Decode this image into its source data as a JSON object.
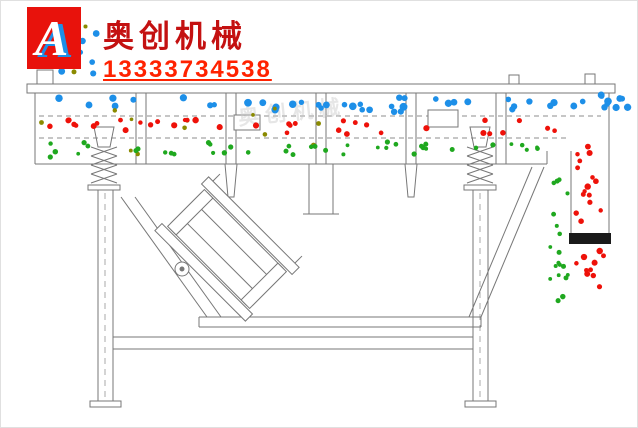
{
  "brand": {
    "logo_letter": "A",
    "logo_bg": "#e8120c",
    "logo_accent": "#1d8fe8",
    "company_name": "奥创机械",
    "title_color": "#c41111",
    "phone": "13333734538",
    "phone_color": "#ff2200"
  },
  "watermark": {
    "text": "奥创机械"
  },
  "diagram": {
    "line_color": "#777777",
    "deck_line_color": "#8c8c8c",
    "gate_color": "#1a1a1a",
    "particle_colors": {
      "oversize": "#1d8fe8",
      "middle": "#ee1109",
      "fines": "#1fa81f",
      "coarse": "#8a8a00"
    }
  },
  "particles": {
    "layers": [
      {
        "name": "blue-top-deck",
        "color": "#1d8fe8",
        "r": 3.3,
        "count": 40,
        "x": [
          44,
          594
        ],
        "y": [
          96,
          111
        ],
        "seed": 11
      },
      {
        "name": "blue-exit",
        "color": "#1d8fe8",
        "r": 3.3,
        "count": 9,
        "x": [
          600,
          634
        ],
        "y": [
          93,
          113
        ],
        "seed": 22
      },
      {
        "name": "blue-logo",
        "color": "#1d8fe8",
        "r": 3.0,
        "count": 13,
        "x": [
          50,
          97
        ],
        "y": [
          8,
          84
        ],
        "seed": 33
      },
      {
        "name": "olive-box",
        "color": "#8a8a00",
        "r": 2.3,
        "count": 12,
        "x": [
          38,
          320
        ],
        "y": [
          99,
          153
        ],
        "seed": 44
      },
      {
        "name": "olive-logo",
        "color": "#8a8a00",
        "r": 2.3,
        "count": 3,
        "x": [
          56,
          94
        ],
        "y": [
          22,
          78
        ],
        "seed": 55
      },
      {
        "name": "red-mid-deck",
        "color": "#ee1109",
        "r": 2.7,
        "count": 36,
        "x": [
          44,
          564
        ],
        "y": [
          119,
          133
        ],
        "seed": 66
      },
      {
        "name": "red-channel",
        "color": "#ee1109",
        "r": 2.7,
        "count": 15,
        "x": [
          575,
          603
        ],
        "y": [
          142,
          228
        ],
        "seed": 77
      },
      {
        "name": "red-outflow",
        "color": "#ee1109",
        "r": 2.7,
        "count": 10,
        "x": [
          575,
          603
        ],
        "y": [
          250,
          302
        ],
        "seed": 88
      },
      {
        "name": "green-low-deck",
        "color": "#1fa81f",
        "r": 2.3,
        "count": 42,
        "x": [
          44,
          540
        ],
        "y": [
          141,
          156
        ],
        "seed": 99
      },
      {
        "name": "green-fall",
        "color": "#1fa81f",
        "r": 2.3,
        "count": 19,
        "x": [
          548,
          567
        ],
        "y": [
          167,
          300
        ],
        "seed": 111
      }
    ]
  }
}
